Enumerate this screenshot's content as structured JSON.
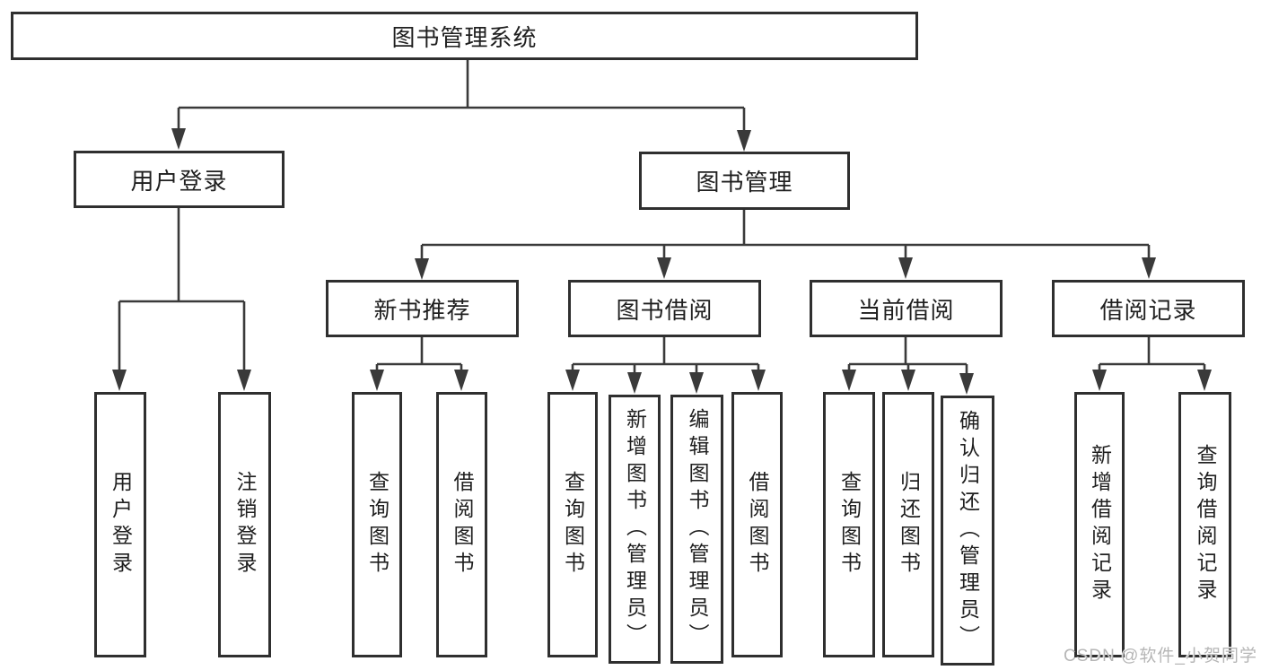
{
  "page": {
    "background_color": "#ffffff",
    "line_color": "#3a3a3a",
    "box_border_color": "#2f2f2f",
    "text_color": "#1f1f1f"
  },
  "watermark": {
    "text": "CSDN @软件_小贺同学",
    "color": "#b6b6b6"
  },
  "diagram": {
    "type": "tree",
    "root": {
      "label": "图书管理系统",
      "children": [
        {
          "label": "用户登录",
          "children": [
            {
              "label": "用户登录"
            },
            {
              "label": "注销登录"
            }
          ]
        },
        {
          "label": "图书管理",
          "children": [
            {
              "label": "新书推荐",
              "children": [
                {
                  "label": "查询图书"
                },
                {
                  "label": "借阅图书"
                }
              ]
            },
            {
              "label": "图书借阅",
              "children": [
                {
                  "label": "查询图书"
                },
                {
                  "label": "新增图书（管理员）"
                },
                {
                  "label": "编辑图书（管理员）"
                },
                {
                  "label": "借阅图书"
                }
              ]
            },
            {
              "label": "当前借阅",
              "children": [
                {
                  "label": "查询图书"
                },
                {
                  "label": "归还图书"
                },
                {
                  "label": "确认归还（管理员）"
                }
              ]
            },
            {
              "label": "借阅记录",
              "children": [
                {
                  "label": "新增借阅记录"
                },
                {
                  "label": "查询借阅记录"
                }
              ]
            }
          ]
        }
      ]
    }
  }
}
